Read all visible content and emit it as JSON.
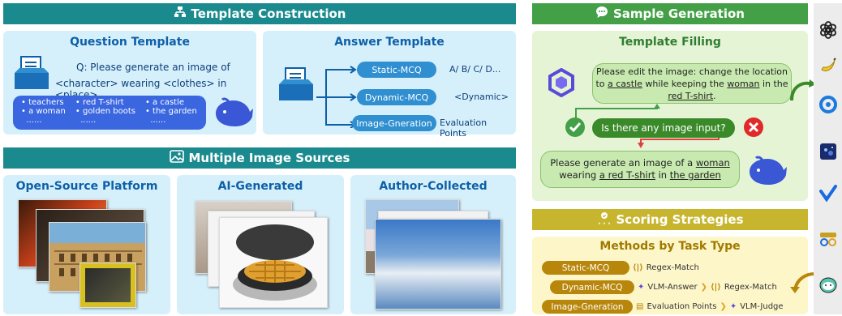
{
  "template_construction": {
    "title": "Template Construction",
    "question_template": {
      "title": "Question Template",
      "question_line1": "Q: Please generate an image of",
      "question_line2": "<character> wearing <clothes> in <place>",
      "col1": [
        "teachers",
        "a woman",
        "......"
      ],
      "col2": [
        "red T-shirt",
        "golden boots",
        "......"
      ],
      "col3": [
        "a castle",
        "the garden",
        "......"
      ]
    },
    "answer_template": {
      "title": "Answer Template",
      "rows": [
        {
          "pill": "Static-MCQ",
          "answer": "A/ B/ C/ D..."
        },
        {
          "pill": "Dynamic-MCQ",
          "answer": "<Dynamic>"
        },
        {
          "pill": "Image-Gneration",
          "answer": "Evaluation Points"
        }
      ]
    }
  },
  "image_sources": {
    "title": "Multiple Image Sources",
    "panels": [
      {
        "title": "Open-Source Platform"
      },
      {
        "title": "AI-Generated"
      },
      {
        "title": "Author-Collected"
      }
    ]
  },
  "sample_generation": {
    "title": "Sample Generation",
    "template_filling": {
      "title": "Template Filling",
      "bubble1": {
        "pre": "Please edit the image: change the location to ",
        "u1": "a castle",
        "mid": " while keeping the ",
        "u2": "woman",
        "mid2": " in the ",
        "u3": "red T-shirt",
        "post": "."
      },
      "question": "Is there any image input?",
      "bubble2": {
        "pre": "Please generate an image of a ",
        "u1": "woman",
        "mid": " wearing ",
        "u2": "a red T-shirt",
        "mid2": " in ",
        "u3": "the garden"
      }
    }
  },
  "scoring": {
    "title": "Scoring Strategies",
    "methods_title": "Methods by Task Type",
    "rows": [
      {
        "pill": "Static-MCQ",
        "steps": [
          "Regex-Match"
        ]
      },
      {
        "pill": "Dynamic-MCQ",
        "steps": [
          "VLM-Answer",
          "Regex-Match"
        ]
      },
      {
        "pill": "Image-Gneration",
        "steps": [
          "Evaluation Points",
          "VLM-Judge"
        ]
      }
    ]
  },
  "colors": {
    "teal": "#1a8a8e",
    "green": "#43a047",
    "olive": "#c8b52e",
    "blue_pill": "#2f8fd0",
    "brown_pill": "#b8860b"
  },
  "side_icons": [
    "openai-icon",
    "banana-icon",
    "ring-icon",
    "galaxy-icon",
    "check-v-icon",
    "uniworld-icon",
    "robot-icon"
  ]
}
